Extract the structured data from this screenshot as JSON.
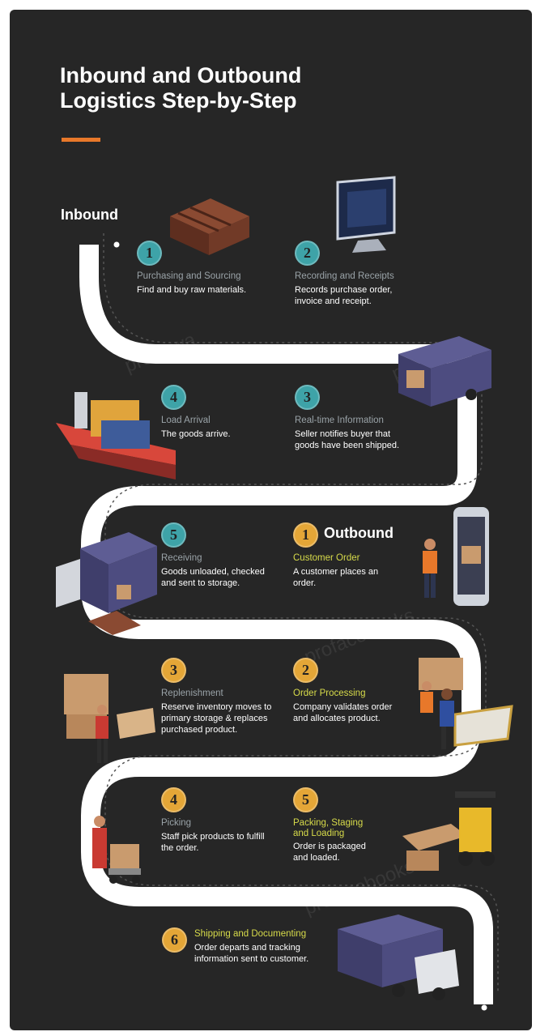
{
  "title_line1": "Inbound and Outbound",
  "title_line2": "Logistics Step-by-Step",
  "inbound_label": "Inbound",
  "outbound_label": "Outbound",
  "colors": {
    "background": "#262626",
    "road": "#ffffff",
    "accent": "#e8782a",
    "teal_badge": "#3ea3a8",
    "gold_badge": "#e4a637",
    "highlight_title": "#d7db4a"
  },
  "inbound_steps": [
    {
      "number": "1",
      "title": "Purchasing and Sourcing",
      "desc": "Find and buy raw materials."
    },
    {
      "number": "2",
      "title": "Recording and Receipts",
      "desc": "Records purchase order, invoice and receipt."
    },
    {
      "number": "3",
      "title": "Real-time Information",
      "desc": "Seller notifies buyer that goods have been shipped."
    },
    {
      "number": "4",
      "title": "Load Arrival",
      "desc": "The goods arrive."
    },
    {
      "number": "5",
      "title": "Receiving",
      "desc": "Goods unloaded, checked and sent to storage."
    }
  ],
  "outbound_steps": [
    {
      "number": "1",
      "title": "Customer Order",
      "desc": "A customer places an order."
    },
    {
      "number": "2",
      "title": "Order Processing",
      "desc": "Company validates order and allocates product."
    },
    {
      "number": "3",
      "title": "Replenishment",
      "desc": "Reserve inventory moves to primary storage & replaces purchased product."
    },
    {
      "number": "4",
      "title": "Picking",
      "desc": "Staff pick products to fulfill the order."
    },
    {
      "number": "5",
      "title": "Packing, Staging and Loading",
      "desc": "Order is packaged and loaded."
    },
    {
      "number": "6",
      "title": "Shipping and Documenting",
      "desc": "Order departs and tracking information sent to customer."
    }
  ],
  "watermarks": [
    "pronowa",
    "pronowa",
    "profacebooks",
    "profacebooks"
  ]
}
